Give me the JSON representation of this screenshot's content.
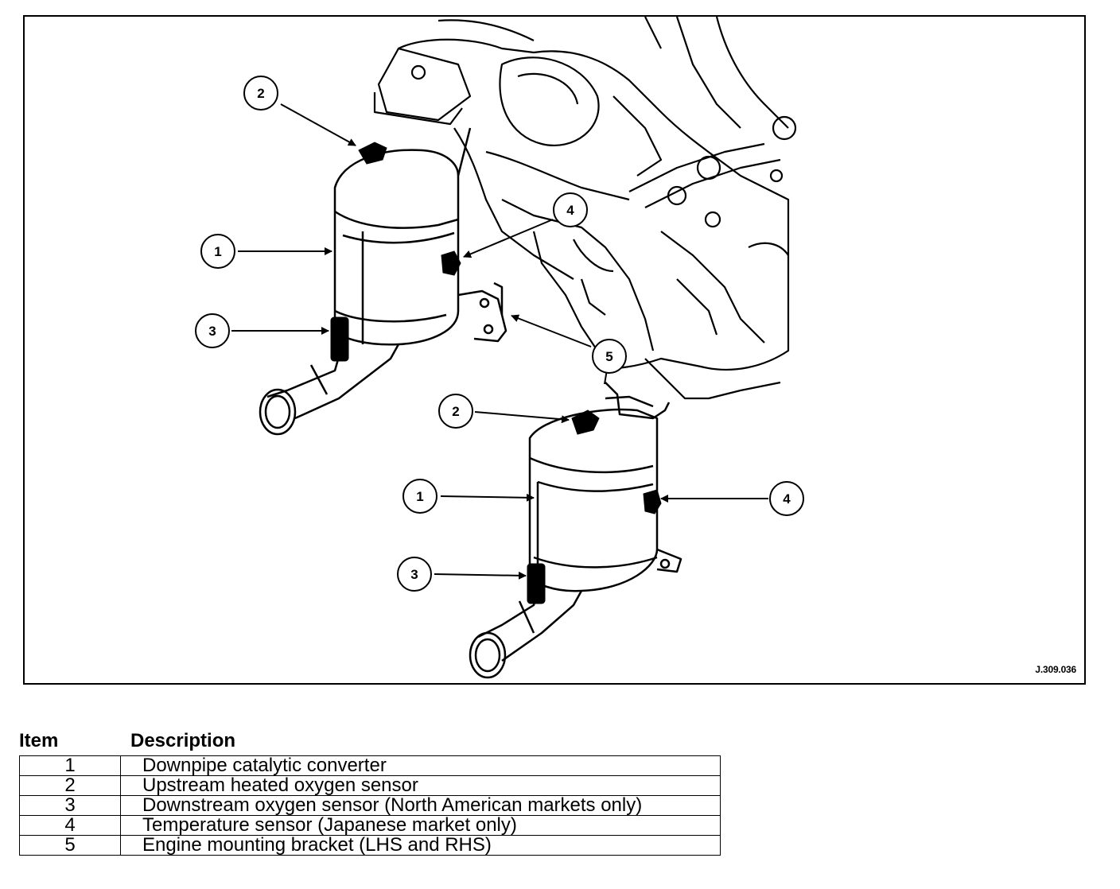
{
  "figure": {
    "reference": "J.309.036",
    "callouts": [
      "1",
      "2",
      "3",
      "4",
      "5"
    ]
  },
  "table": {
    "header_item": "Item",
    "header_description": "Description",
    "rows": [
      {
        "item": "1",
        "description": "Downpipe catalytic converter"
      },
      {
        "item": "2",
        "description": "Upstream heated oxygen sensor"
      },
      {
        "item": "3",
        "description": "Downstream oxygen sensor (North American markets only)"
      },
      {
        "item": "4",
        "description": "Temperature sensor (Japanese market only)"
      },
      {
        "item": "5",
        "description": "Engine mounting bracket (LHS and RHS)"
      }
    ]
  }
}
